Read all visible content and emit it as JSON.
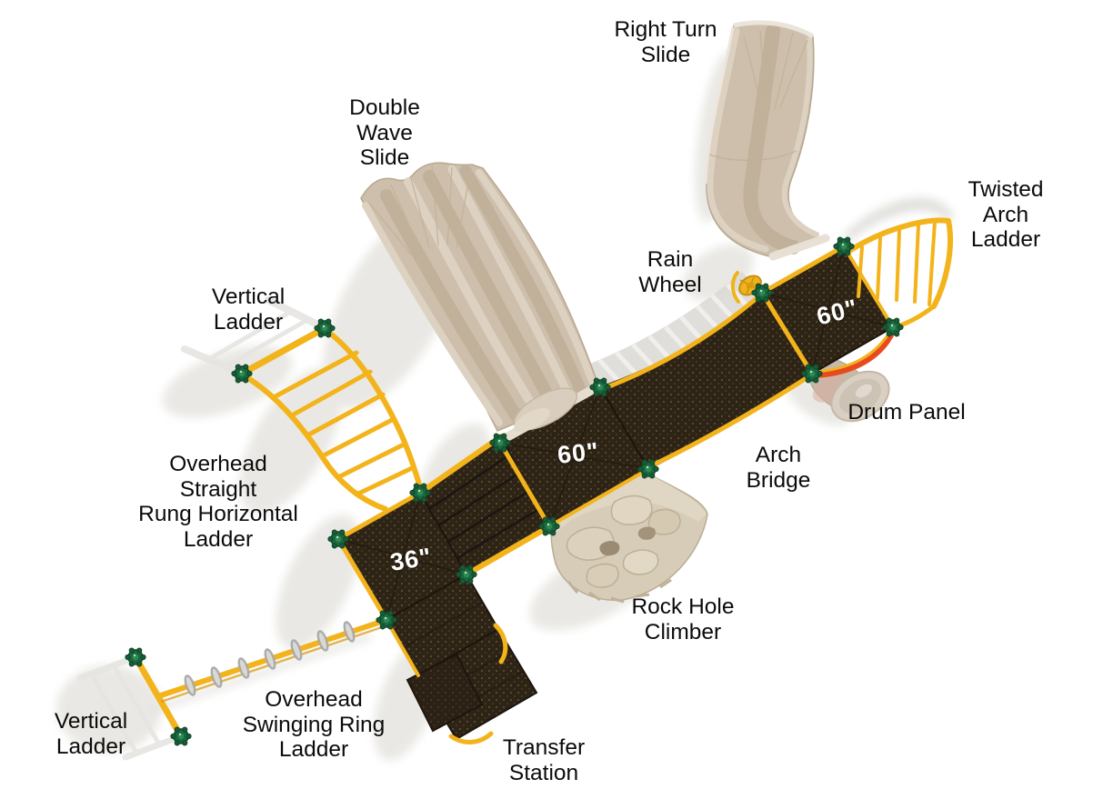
{
  "page": {
    "background_color": "#ffffff"
  },
  "diagram": {
    "type": "playground-equipment-top-view",
    "component_labels": {
      "right_turn_slide": "Right Turn\nSlide",
      "double_wave_slide": "Double\nWave\nSlide",
      "twisted_arch_ladder": "Twisted\nArch\nLadder",
      "rain_wheel": "Rain\nWheel",
      "vertical_ladder_top": "Vertical\nLadder",
      "drum_panel": "Drum Panel",
      "arch_bridge": "Arch\nBridge",
      "overhead_straight_rung_horizontal_ladder": "Overhead\nStraight\nRung Horizontal\nLadder",
      "rock_hole_climber": "Rock Hole\nClimber",
      "vertical_ladder_bottom": "Vertical\nLadder",
      "overhead_swinging_ring_ladder": "Overhead\nSwinging Ring\nLadder",
      "transfer_station": "Transfer\nStation"
    },
    "deck_height_labels": {
      "right_deck": "60\"",
      "middle_deck": "60\"",
      "left_deck": "36\""
    },
    "colors": {
      "background": "#ffffff",
      "deck_brown": "#2e2416",
      "rail_yellow": "#f3b31b",
      "clamp_green": "#1b6a3f",
      "slide_tan": "#cdbfab",
      "accent_red_orange": "#e84a1e",
      "shadow_gray": "#e9e8e4",
      "deck_label_text": "#ffffff",
      "label_text": "#0b0b0b"
    }
  }
}
